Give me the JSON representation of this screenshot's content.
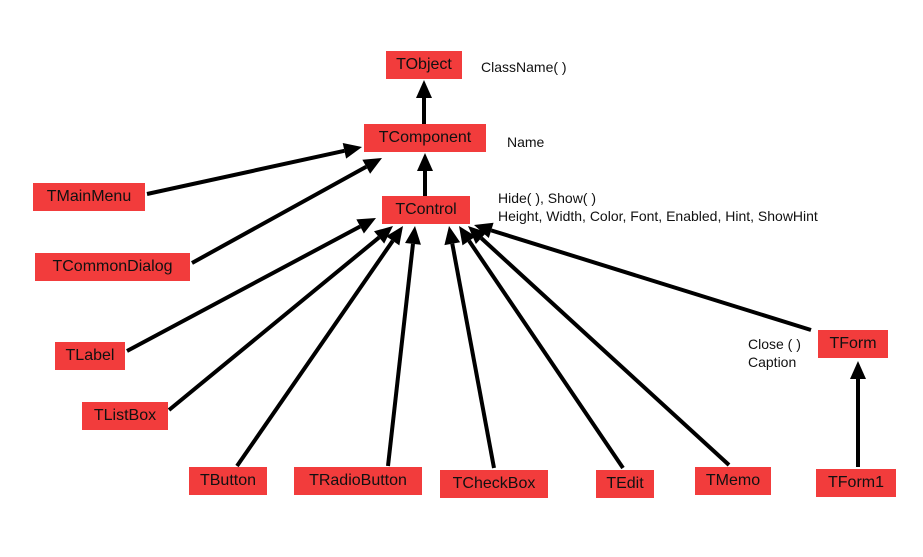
{
  "diagram": {
    "colors": {
      "node_fill": "#f23c3c",
      "text": "#111111",
      "arrow": "#000000",
      "background": "#ffffff"
    },
    "nodes": {
      "tobject": "TObject",
      "tcomponent": "TComponent",
      "tcontrol": "TControl",
      "tmainmenu": "TMainMenu",
      "tcommondialog": "TCommonDialog",
      "tlabel": "TLabel",
      "tlistbox": "TListBox",
      "tbutton": "TButton",
      "tradiobutton": "TRadioButton",
      "tcheckbox": "TCheckBox",
      "tedit": "TEdit",
      "tmemo": "TMemo",
      "tform": "TForm",
      "tform1": "TForm1"
    },
    "notes": {
      "tobject": "ClassName( )",
      "tcomponent": "Name",
      "tcontrol_methods": "Hide( ), Show( )",
      "tcontrol_properties": "Height, Width, Color, Font, Enabled, Hint, ShowHint",
      "tform_method": "Close ( )",
      "tform_property": "Caption"
    },
    "edges": [
      {
        "from": "tcomponent",
        "to": "tobject"
      },
      {
        "from": "tcontrol",
        "to": "tcomponent"
      },
      {
        "from": "tmainmenu",
        "to": "tcomponent"
      },
      {
        "from": "tcommondialog",
        "to": "tcomponent"
      },
      {
        "from": "tlabel",
        "to": "tcontrol"
      },
      {
        "from": "tlistbox",
        "to": "tcontrol"
      },
      {
        "from": "tbutton",
        "to": "tcontrol"
      },
      {
        "from": "tradiobutton",
        "to": "tcontrol"
      },
      {
        "from": "tcheckbox",
        "to": "tcontrol"
      },
      {
        "from": "tedit",
        "to": "tcontrol"
      },
      {
        "from": "tmemo",
        "to": "tcontrol"
      },
      {
        "from": "tform",
        "to": "tcontrol"
      },
      {
        "from": "tform1",
        "to": "tform"
      }
    ]
  }
}
